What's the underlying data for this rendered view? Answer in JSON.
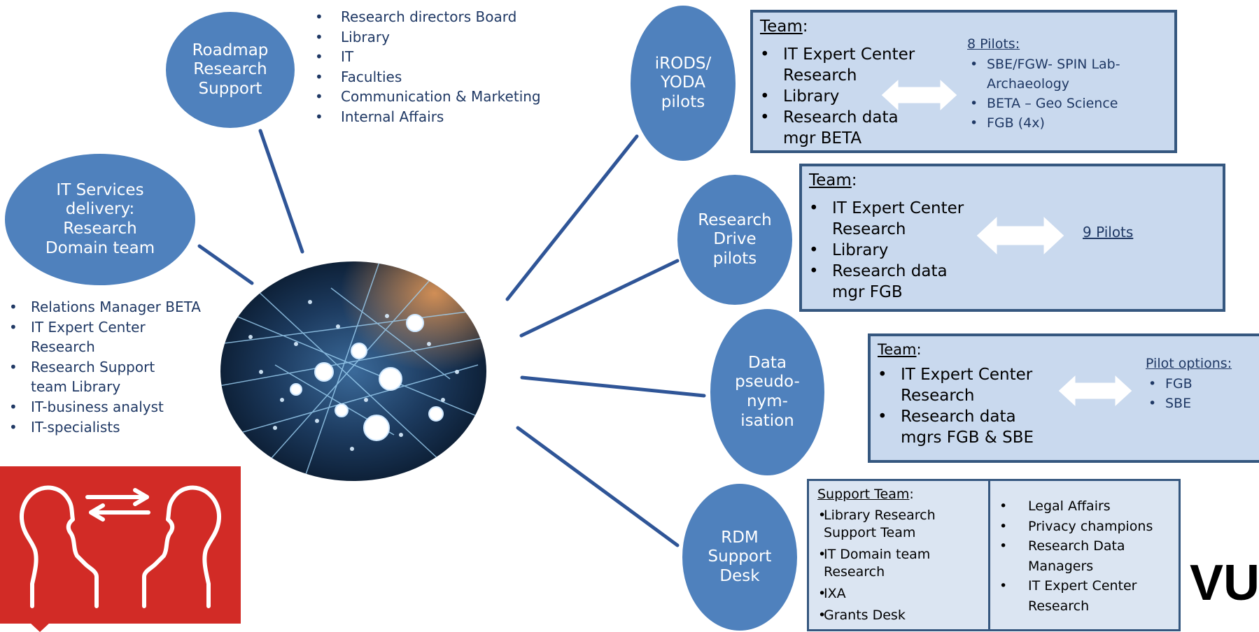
{
  "hubs": {
    "roadmap": "Roadmap\nResearch\nSupport",
    "it_services": "IT Services\ndelivery:\nResearch\nDomain team",
    "irods": "iRODS/\nYODA\npilots",
    "research_drive": "Research\nDrive\npilots",
    "pseudonym": "Data\npseudo-\nnym-\nisation",
    "rdm": "RDM\nSupport\nDesk"
  },
  "roadmap_list": [
    "Research directors Board",
    "Library",
    "IT",
    "Faculties",
    "Communication & Marketing",
    "Internal Affairs"
  ],
  "it_services_list": [
    "Relations Manager BETA",
    "IT Expert Center Research",
    "Research Support team Library",
    "IT-business analyst",
    "IT-specialists"
  ],
  "irods_box": {
    "title": "Team",
    "team": [
      "IT Expert Center Research",
      "Library",
      "Research data mgr BETA"
    ],
    "pilots_heading": "8 Pilots:",
    "pilots": [
      "SBE/FGW- SPIN Lab-Archaeology",
      "BETA – Geo Science",
      "FGB (4x)"
    ]
  },
  "drive_box": {
    "title": "Team",
    "team": [
      "IT Expert Center Research",
      "Library",
      "Research data mgr FGB"
    ],
    "pilots_heading": "9 Pilots"
  },
  "pseudo_box": {
    "title": "Team",
    "team": [
      "IT Expert Center Research",
      "Research data mgrs FGB & SBE"
    ],
    "pilots_heading": "Pilot options:",
    "pilots": [
      "FGB",
      "SBE"
    ]
  },
  "rdm_box": {
    "title": "Support Team",
    "team": [
      "Library Research Support Team",
      "IT Domain team Research",
      "IXA",
      "Grants Desk"
    ],
    "right": [
      "Legal Affairs",
      "Privacy champions",
      "Research Data Managers",
      "IT Expert Center Research"
    ]
  },
  "logo": "VU",
  "colors": {
    "ellipse": "#4f81bd",
    "box_fill": "#c9d9ee",
    "box_border": "#35577f",
    "connector": "#2f5597",
    "red_tile": "#d22b26"
  }
}
